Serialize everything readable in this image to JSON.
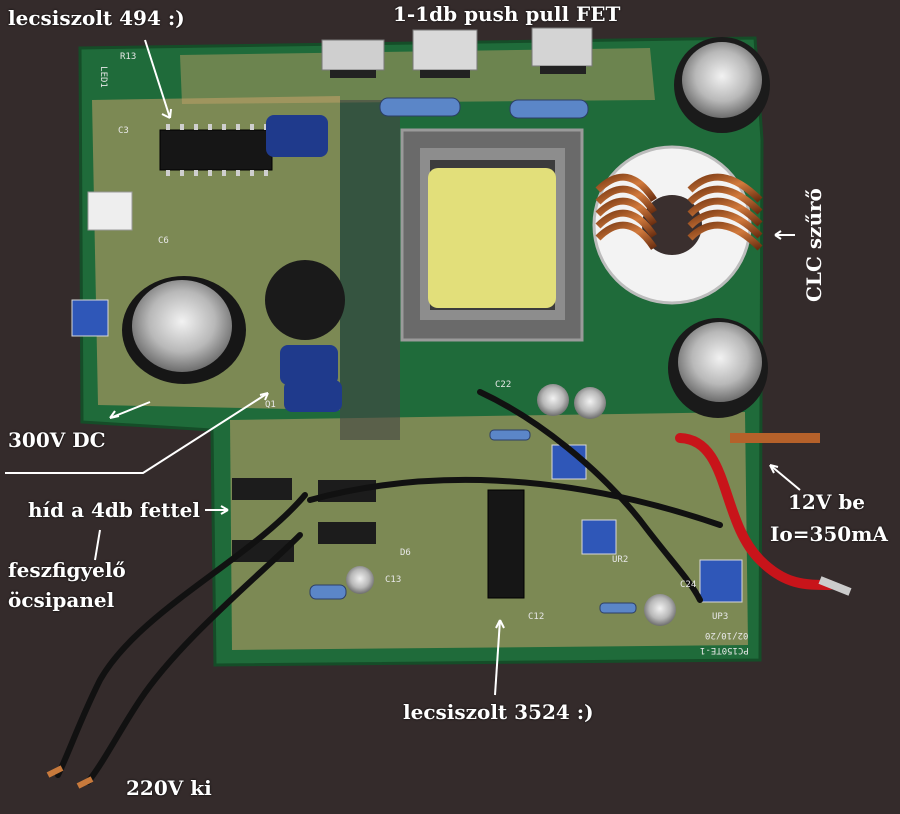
{
  "labels": {
    "chip494": "lecsiszolt 494 :)",
    "push_pull": "1-1db push pull FET",
    "clc_filter": "CLC szűrő",
    "dc300": "300V DC",
    "bridge": "híd a 4db fettel",
    "monitor_line1": "feszfigyelő",
    "monitor_line2": "öcsipanel",
    "in12v_line1": "12V be",
    "in12v_line2": "Io=350mA",
    "chip3524": "lecsiszolt 3524 :)",
    "out220": "220V ki"
  },
  "silkscreen": {
    "board_id": "PC150TE-1",
    "board_date": "02/10/20",
    "led": "LED1",
    "r13": "R13",
    "c3": "C3",
    "c6": "C6",
    "c22": "C22",
    "c12": "C12",
    "c13": "C13",
    "c24": "C24",
    "q1": "Q1",
    "d6": "D6",
    "ur2": "UR2",
    "u3": "UP3"
  },
  "colors": {
    "background": "#3a2f2e",
    "pcb_green": "#1f6b3a",
    "pcb_tan": "#c9a36a",
    "label_white": "#ffffff",
    "wire_black": "#111111",
    "wire_red": "#c8141a",
    "copper": "#b5612a",
    "cap_blue": "#1f3a8c"
  }
}
